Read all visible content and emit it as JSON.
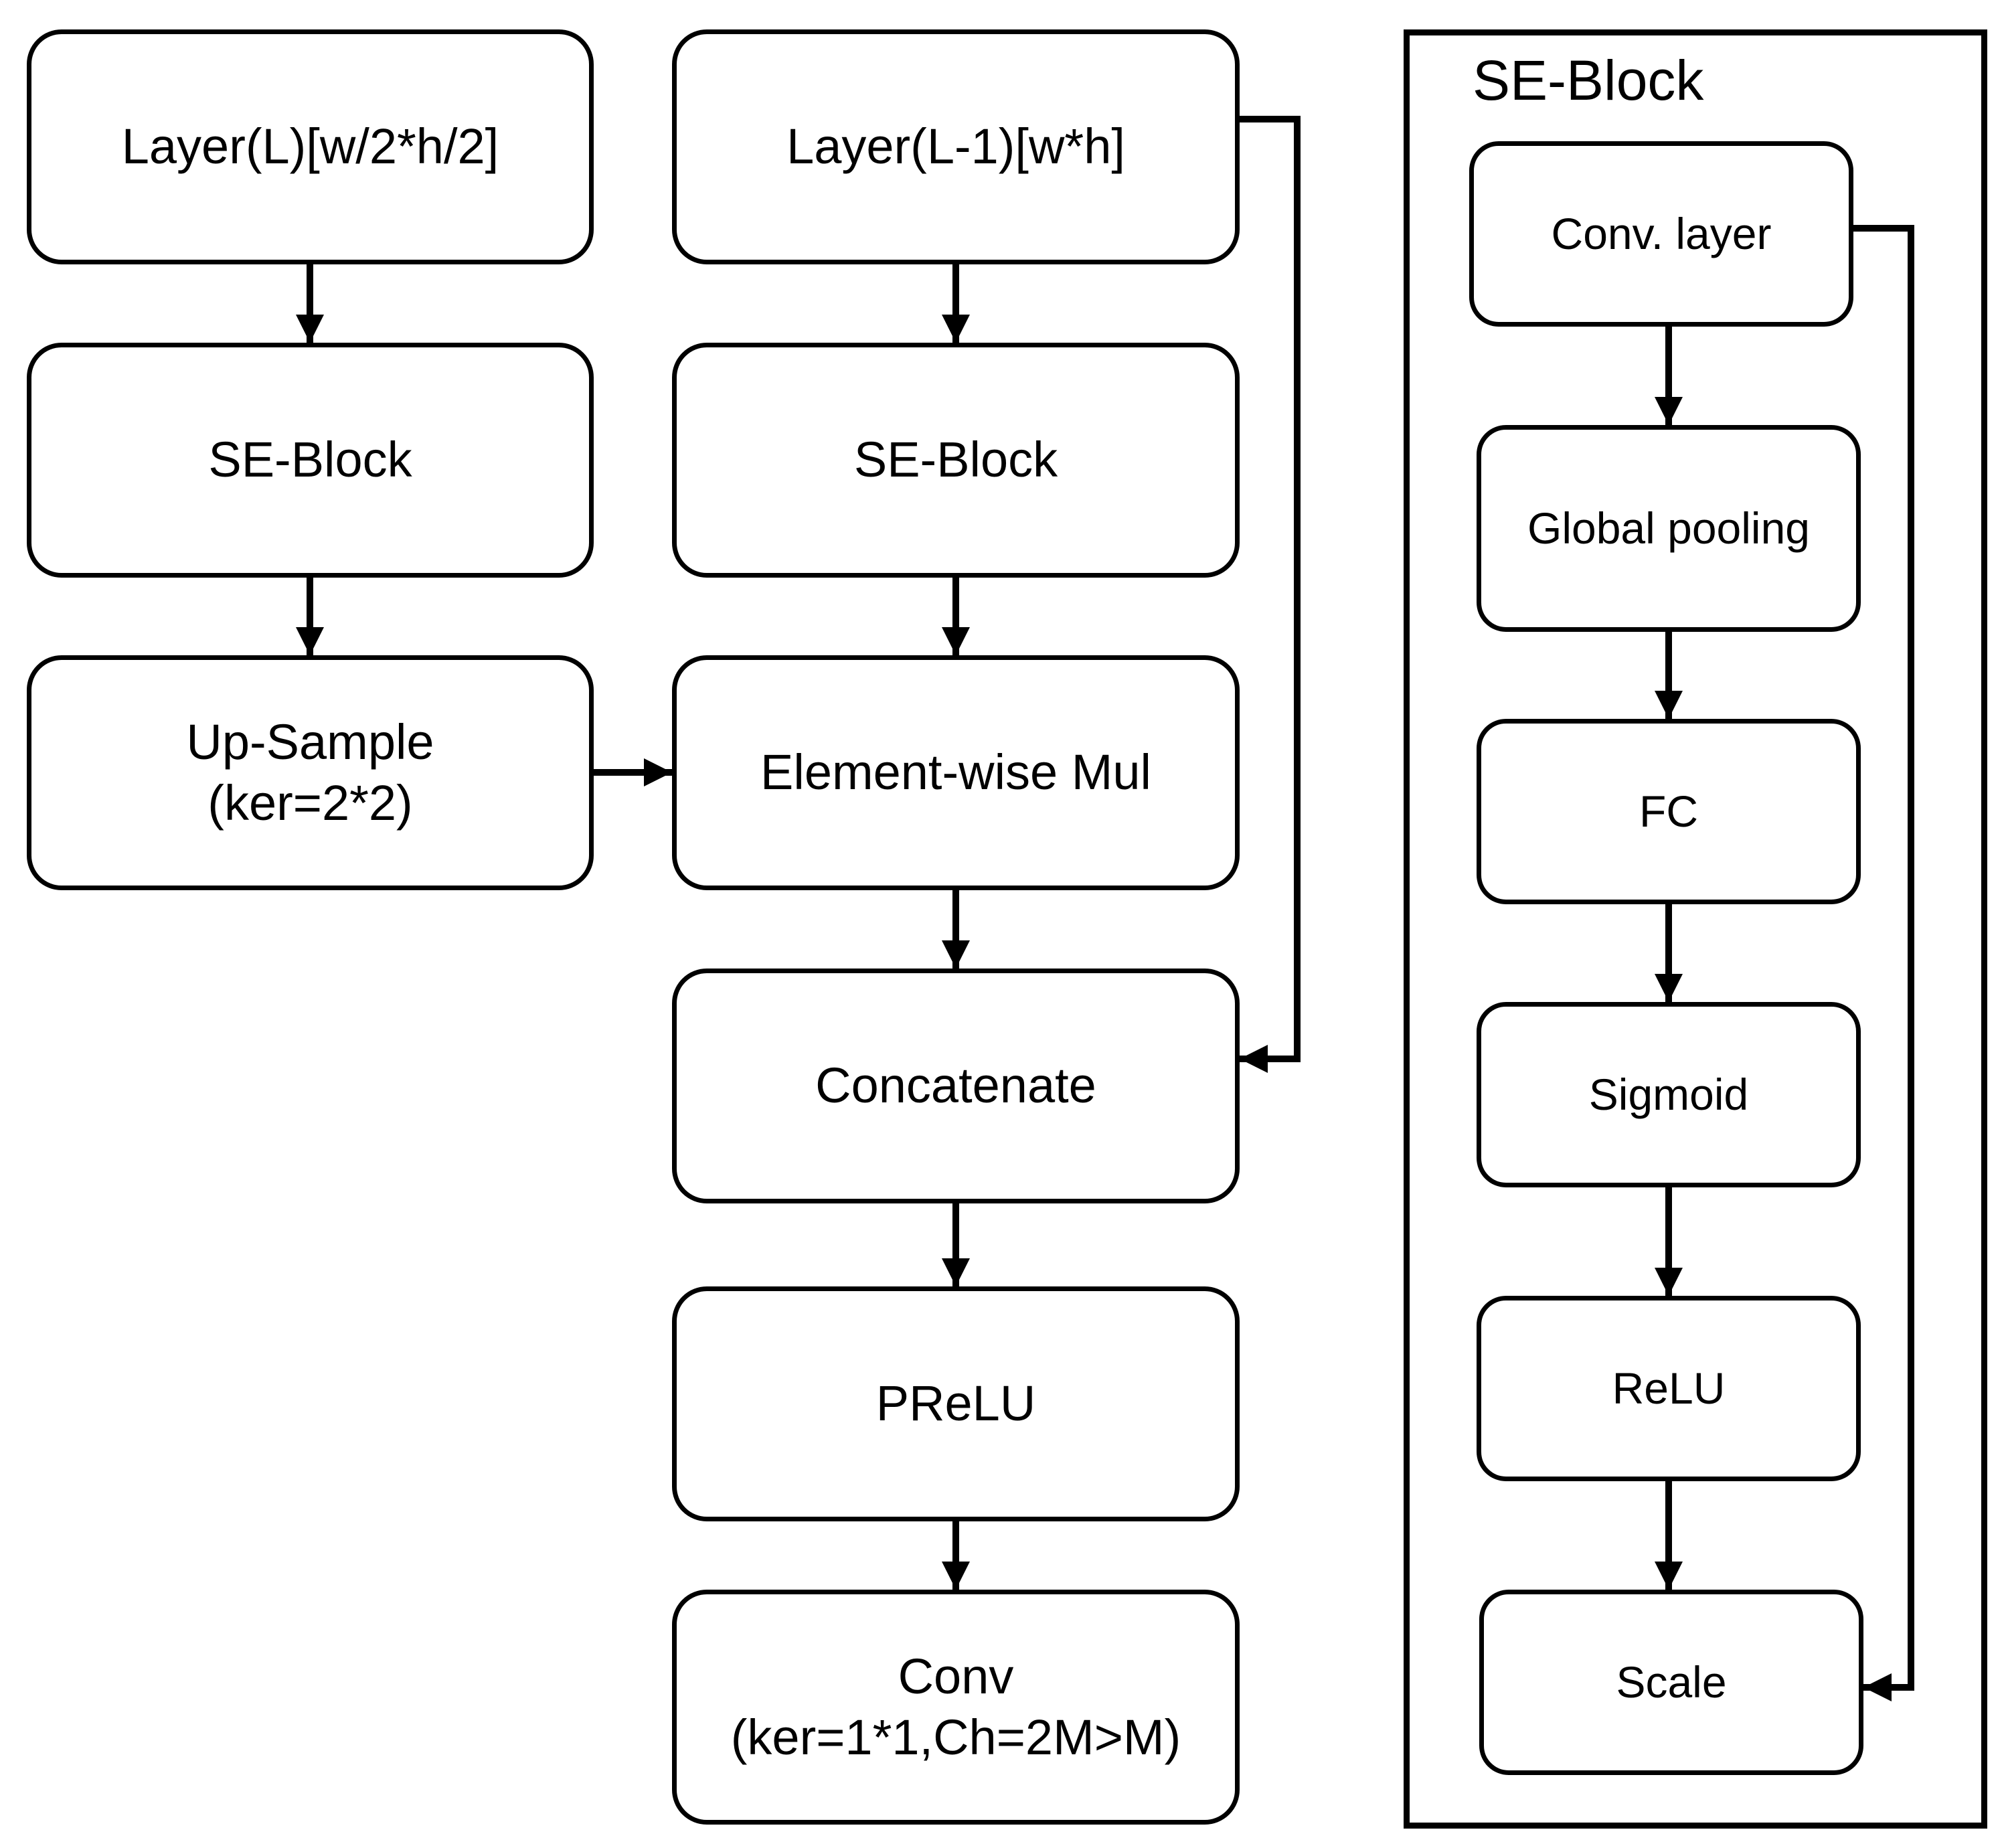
{
  "left_column": {
    "layer_l": "Layer(L)[w/2*h/2]",
    "se_block": "SE-Block",
    "up_sample": "Up-Sample\n(ker=2*2)"
  },
  "middle_column": {
    "layer_l_minus_1": "Layer(L-1)[w*h]",
    "se_block": "SE-Block",
    "element_wise_mul": "Element-wise Mul",
    "concatenate": "Concatenate",
    "prelu": "PReLU",
    "conv": "Conv\n(ker=1*1,Ch=2M>M)"
  },
  "se_block_panel": {
    "title": "SE-Block",
    "conv_layer": "Conv. layer",
    "global_pooling": "Global pooling",
    "fc": "FC",
    "sigmoid": "Sigmoid",
    "relu": "ReLU",
    "scale": "Scale"
  }
}
